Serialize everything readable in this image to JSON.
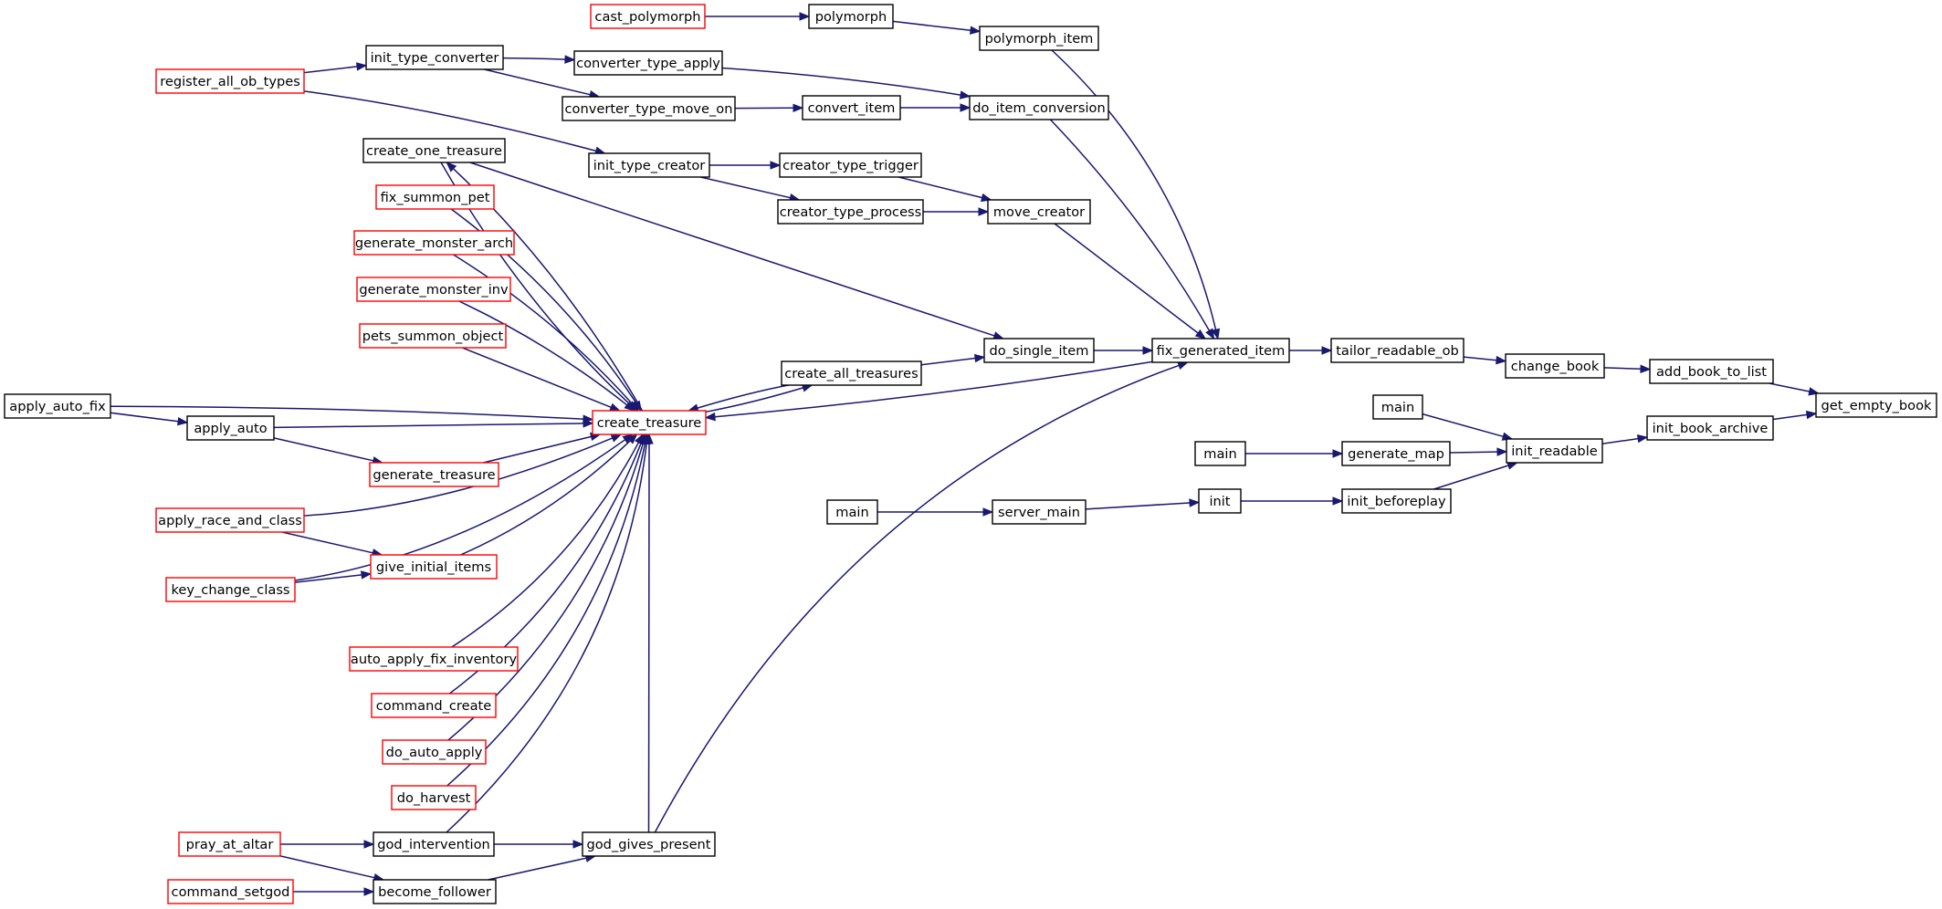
{
  "colors": {
    "edge": "#191970",
    "border_normal": "#000000",
    "border_truncated": "#ff0000",
    "focus_fill": "#bfbfbf",
    "background": "#ffffff"
  },
  "nodes": [
    {
      "id": "get_empty_book",
      "label": "get_empty_book",
      "style": "focus"
    },
    {
      "id": "add_book_to_list",
      "label": "add_book_to_list",
      "style": "normal"
    },
    {
      "id": "init_book_archive",
      "label": "init_book_archive",
      "style": "normal"
    },
    {
      "id": "change_book",
      "label": "change_book",
      "style": "normal"
    },
    {
      "id": "tailor_readable_ob",
      "label": "tailor_readable_ob",
      "style": "normal"
    },
    {
      "id": "fix_generated_item",
      "label": "fix_generated_item",
      "style": "normal"
    },
    {
      "id": "do_single_item",
      "label": "do_single_item",
      "style": "normal"
    },
    {
      "id": "create_all_treasures",
      "label": "create_all_treasures",
      "style": "normal"
    },
    {
      "id": "create_treasure",
      "label": "create_treasure",
      "style": "truncated"
    },
    {
      "id": "create_one_treasure",
      "label": "create_one_treasure",
      "style": "normal"
    },
    {
      "id": "move_creator",
      "label": "move_creator",
      "style": "normal"
    },
    {
      "id": "creator_type_trigger",
      "label": "creator_type_trigger",
      "style": "normal"
    },
    {
      "id": "creator_type_process",
      "label": "creator_type_process",
      "style": "normal"
    },
    {
      "id": "init_type_creator",
      "label": "init_type_creator",
      "style": "normal"
    },
    {
      "id": "do_item_conversion",
      "label": "do_item_conversion",
      "style": "normal"
    },
    {
      "id": "convert_item",
      "label": "convert_item",
      "style": "normal"
    },
    {
      "id": "converter_type_move_on",
      "label": "converter_type_move_on",
      "style": "normal"
    },
    {
      "id": "converter_type_apply",
      "label": "converter_type_apply",
      "style": "normal"
    },
    {
      "id": "init_type_converter",
      "label": "init_type_converter",
      "style": "normal"
    },
    {
      "id": "register_all_ob_types",
      "label": "register_all_ob_types",
      "style": "truncated"
    },
    {
      "id": "polymorph_item",
      "label": "polymorph_item",
      "style": "normal"
    },
    {
      "id": "polymorph",
      "label": "polymorph",
      "style": "normal"
    },
    {
      "id": "cast_polymorph",
      "label": "cast_polymorph",
      "style": "truncated"
    },
    {
      "id": "god_gives_present",
      "label": "god_gives_present",
      "style": "normal"
    },
    {
      "id": "god_intervention",
      "label": "god_intervention",
      "style": "normal"
    },
    {
      "id": "become_follower",
      "label": "become_follower",
      "style": "normal"
    },
    {
      "id": "pray_at_altar",
      "label": "pray_at_altar",
      "style": "truncated"
    },
    {
      "id": "command_setgod",
      "label": "command_setgod",
      "style": "truncated"
    },
    {
      "id": "fix_summon_pet",
      "label": "fix_summon_pet",
      "style": "truncated"
    },
    {
      "id": "generate_monster_arch",
      "label": "generate_monster_arch",
      "style": "truncated"
    },
    {
      "id": "generate_monster_inv",
      "label": "generate_monster_inv",
      "style": "truncated"
    },
    {
      "id": "pets_summon_object",
      "label": "pets_summon_object",
      "style": "truncated"
    },
    {
      "id": "apply_auto_fix",
      "label": "apply_auto_fix",
      "style": "normal"
    },
    {
      "id": "apply_auto",
      "label": "apply_auto",
      "style": "normal"
    },
    {
      "id": "generate_treasure",
      "label": "generate_treasure",
      "style": "truncated"
    },
    {
      "id": "apply_race_and_class",
      "label": "apply_race_and_class",
      "style": "truncated"
    },
    {
      "id": "give_initial_items",
      "label": "give_initial_items",
      "style": "truncated"
    },
    {
      "id": "key_change_class",
      "label": "key_change_class",
      "style": "truncated"
    },
    {
      "id": "auto_apply_fix_inventory",
      "label": "auto_apply_fix_inventory",
      "style": "truncated"
    },
    {
      "id": "command_create",
      "label": "command_create",
      "style": "truncated"
    },
    {
      "id": "do_auto_apply",
      "label": "do_auto_apply",
      "style": "truncated"
    },
    {
      "id": "do_harvest",
      "label": "do_harvest",
      "style": "truncated"
    },
    {
      "id": "init_readable",
      "label": "init_readable",
      "style": "normal"
    },
    {
      "id": "main_1",
      "label": "main",
      "style": "normal"
    },
    {
      "id": "generate_map",
      "label": "generate_map",
      "style": "normal"
    },
    {
      "id": "main_2",
      "label": "main",
      "style": "normal"
    },
    {
      "id": "init_beforeplay",
      "label": "init_beforeplay",
      "style": "normal"
    },
    {
      "id": "init",
      "label": "init",
      "style": "normal"
    },
    {
      "id": "server_main",
      "label": "server_main",
      "style": "normal"
    },
    {
      "id": "main_3",
      "label": "main",
      "style": "normal"
    }
  ],
  "edges": [
    {
      "from": "add_book_to_list",
      "to": "get_empty_book"
    },
    {
      "from": "init_book_archive",
      "to": "get_empty_book"
    },
    {
      "from": "change_book",
      "to": "add_book_to_list"
    },
    {
      "from": "tailor_readable_ob",
      "to": "change_book"
    },
    {
      "from": "fix_generated_item",
      "to": "tailor_readable_ob"
    },
    {
      "from": "do_single_item",
      "to": "fix_generated_item"
    },
    {
      "from": "create_all_treasures",
      "to": "do_single_item"
    },
    {
      "from": "create_treasure",
      "to": "create_all_treasures"
    },
    {
      "from": "create_all_treasures",
      "to": "create_treasure"
    },
    {
      "from": "create_one_treasure",
      "to": "create_treasure"
    },
    {
      "from": "create_treasure",
      "to": "create_one_treasure"
    },
    {
      "from": "create_one_treasure",
      "to": "do_single_item"
    },
    {
      "from": "move_creator",
      "to": "fix_generated_item"
    },
    {
      "from": "creator_type_trigger",
      "to": "move_creator"
    },
    {
      "from": "creator_type_process",
      "to": "move_creator"
    },
    {
      "from": "init_type_creator",
      "to": "creator_type_trigger"
    },
    {
      "from": "init_type_creator",
      "to": "creator_type_process"
    },
    {
      "from": "register_all_ob_types",
      "to": "init_type_creator"
    },
    {
      "from": "do_item_conversion",
      "to": "fix_generated_item"
    },
    {
      "from": "convert_item",
      "to": "do_item_conversion"
    },
    {
      "from": "converter_type_move_on",
      "to": "convert_item"
    },
    {
      "from": "converter_type_apply",
      "to": "do_item_conversion"
    },
    {
      "from": "init_type_converter",
      "to": "converter_type_apply"
    },
    {
      "from": "init_type_converter",
      "to": "converter_type_move_on"
    },
    {
      "from": "register_all_ob_types",
      "to": "init_type_converter"
    },
    {
      "from": "polymorph_item",
      "to": "fix_generated_item"
    },
    {
      "from": "polymorph",
      "to": "polymorph_item"
    },
    {
      "from": "cast_polymorph",
      "to": "polymorph"
    },
    {
      "from": "fix_generated_item",
      "to": "create_treasure"
    },
    {
      "from": "god_gives_present",
      "to": "fix_generated_item"
    },
    {
      "from": "god_gives_present",
      "to": "create_treasure"
    },
    {
      "from": "god_intervention",
      "to": "god_gives_present"
    },
    {
      "from": "become_follower",
      "to": "god_gives_present"
    },
    {
      "from": "pray_at_altar",
      "to": "god_intervention"
    },
    {
      "from": "pray_at_altar",
      "to": "become_follower"
    },
    {
      "from": "command_setgod",
      "to": "become_follower"
    },
    {
      "from": "god_intervention",
      "to": "create_treasure"
    },
    {
      "from": "fix_summon_pet",
      "to": "create_treasure"
    },
    {
      "from": "generate_monster_arch",
      "to": "create_treasure"
    },
    {
      "from": "generate_monster_inv",
      "to": "create_treasure"
    },
    {
      "from": "pets_summon_object",
      "to": "create_treasure"
    },
    {
      "from": "apply_auto_fix",
      "to": "create_treasure"
    },
    {
      "from": "apply_auto_fix",
      "to": "apply_auto"
    },
    {
      "from": "apply_auto",
      "to": "create_treasure"
    },
    {
      "from": "apply_auto",
      "to": "generate_treasure"
    },
    {
      "from": "generate_treasure",
      "to": "create_treasure"
    },
    {
      "from": "apply_race_and_class",
      "to": "create_treasure"
    },
    {
      "from": "apply_race_and_class",
      "to": "give_initial_items"
    },
    {
      "from": "key_change_class",
      "to": "give_initial_items"
    },
    {
      "from": "key_change_class",
      "to": "create_treasure"
    },
    {
      "from": "give_initial_items",
      "to": "create_treasure"
    },
    {
      "from": "auto_apply_fix_inventory",
      "to": "create_treasure"
    },
    {
      "from": "command_create",
      "to": "create_treasure"
    },
    {
      "from": "do_auto_apply",
      "to": "create_treasure"
    },
    {
      "from": "do_harvest",
      "to": "create_treasure"
    },
    {
      "from": "init_readable",
      "to": "init_book_archive"
    },
    {
      "from": "main_1",
      "to": "init_readable"
    },
    {
      "from": "generate_map",
      "to": "init_readable"
    },
    {
      "from": "main_2",
      "to": "generate_map"
    },
    {
      "from": "init_beforeplay",
      "to": "init_readable"
    },
    {
      "from": "init",
      "to": "init_beforeplay"
    },
    {
      "from": "server_main",
      "to": "init"
    },
    {
      "from": "main_3",
      "to": "server_main"
    }
  ]
}
